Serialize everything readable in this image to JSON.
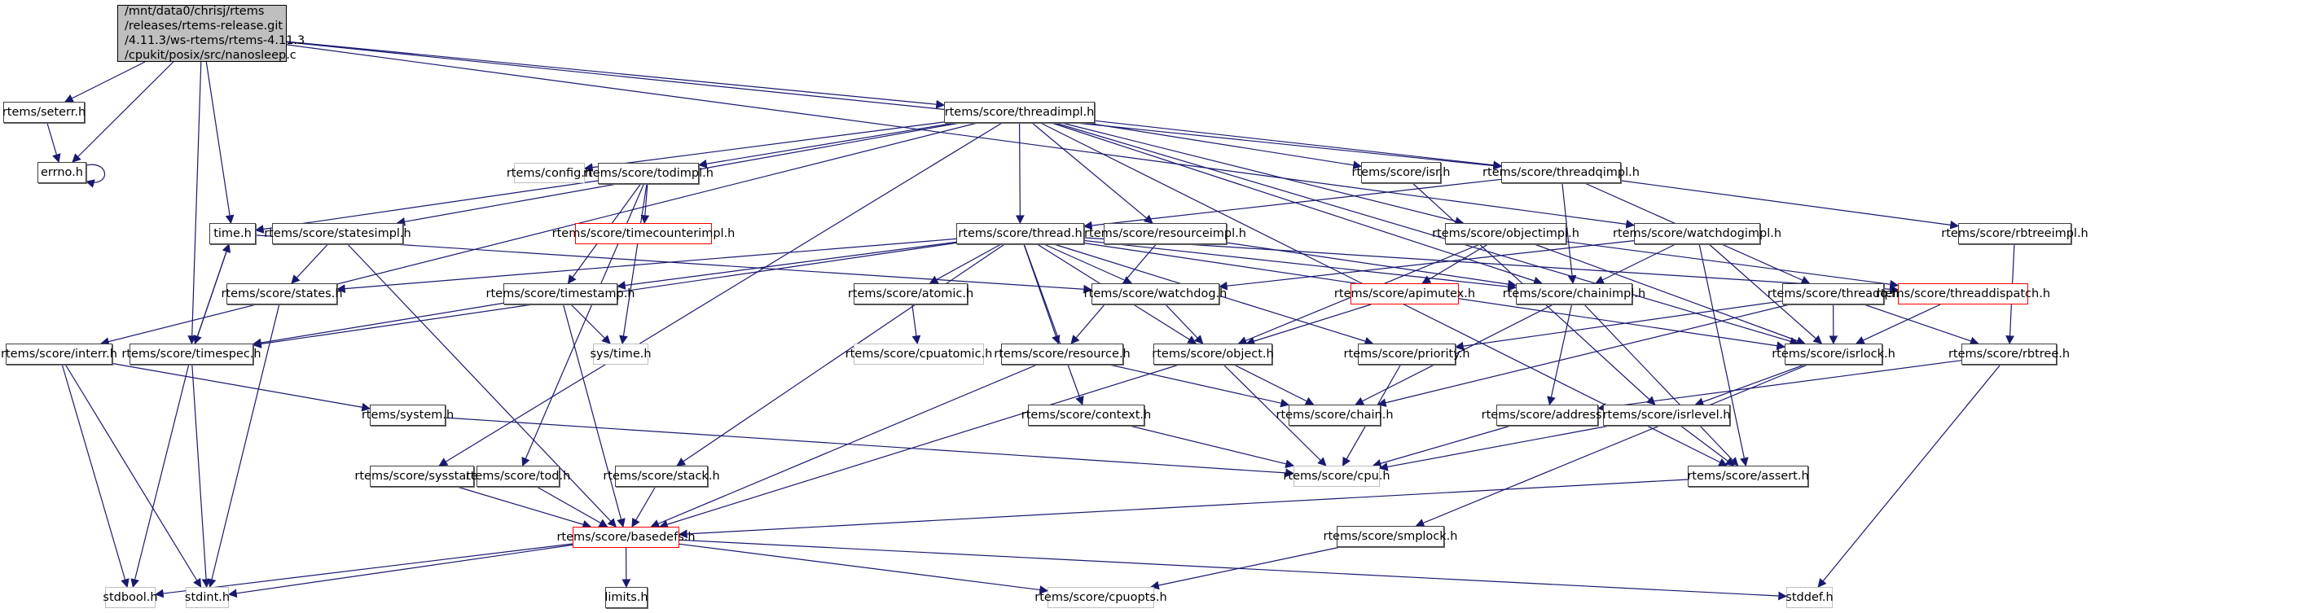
{
  "graph": {
    "title": "Include dependency graph for nanosleep.c",
    "colors": {
      "edge": "#191970",
      "root_fill": "#bfbfbf",
      "normal_border": "#404040",
      "missing_border": "#bfbfbf",
      "undocumented_border": "#ff0000"
    },
    "nodes": [
      {
        "id": "root",
        "label": "/mnt/data0/chrisj/rtems\n/releases/rtems-release.git\n/4.11.3/ws-rtems/rtems-4.11.3\n/cpukit/posix/src/nanosleep.c",
        "style": "root"
      },
      {
        "id": "seterr",
        "label": "rtems/seterr.h",
        "style": "normal"
      },
      {
        "id": "errno",
        "label": "errno.h",
        "style": "normal"
      },
      {
        "id": "threadimpl",
        "label": "rtems/score/threadimpl.h",
        "style": "normal"
      },
      {
        "id": "config",
        "label": "rtems/config.h",
        "style": "missing"
      },
      {
        "id": "todimpl",
        "label": "rtems/score/todimpl.h",
        "style": "normal"
      },
      {
        "id": "timecounterimpl",
        "label": "rtems/score/timecounterimpl.h",
        "style": "missing-red"
      },
      {
        "id": "isr",
        "label": "rtems/score/isr.h",
        "style": "normal"
      },
      {
        "id": "threadqimpl",
        "label": "rtems/score/threadqimpl.h",
        "style": "normal"
      },
      {
        "id": "time",
        "label": "time.h",
        "style": "normal"
      },
      {
        "id": "statesimpl",
        "label": "rtems/score/statesimpl.h",
        "style": "normal"
      },
      {
        "id": "thread",
        "label": "rtems/score/thread.h",
        "style": "normal"
      },
      {
        "id": "resourceimpl",
        "label": "rtems/score/resourceimpl.h",
        "style": "normal"
      },
      {
        "id": "objectimpl",
        "label": "rtems/score/objectimpl.h",
        "style": "normal"
      },
      {
        "id": "watchdogimpl",
        "label": "rtems/score/watchdogimpl.h",
        "style": "normal"
      },
      {
        "id": "rbtreeimpl",
        "label": "rtems/score/rbtreeimpl.h",
        "style": "normal"
      },
      {
        "id": "states",
        "label": "rtems/score/states.h",
        "style": "normal"
      },
      {
        "id": "timestamp",
        "label": "rtems/score/timestamp.h",
        "style": "normal"
      },
      {
        "id": "atomic",
        "label": "rtems/score/atomic.h",
        "style": "normal"
      },
      {
        "id": "watchdog",
        "label": "rtems/score/watchdog.h",
        "style": "normal"
      },
      {
        "id": "apimutex",
        "label": "rtems/score/apimutex.h",
        "style": "missing-red"
      },
      {
        "id": "chainimpl",
        "label": "rtems/score/chainimpl.h",
        "style": "normal"
      },
      {
        "id": "threadq",
        "label": "rtems/score/threadq.h",
        "style": "normal"
      },
      {
        "id": "threaddispatch",
        "label": "rtems/score/threaddispatch.h",
        "style": "missing-red"
      },
      {
        "id": "interr",
        "label": "rtems/score/interr.h",
        "style": "normal"
      },
      {
        "id": "timespec",
        "label": "rtems/score/timespec.h",
        "style": "normal"
      },
      {
        "id": "systime",
        "label": "sys/time.h",
        "style": "missing"
      },
      {
        "id": "cpuatomic",
        "label": "rtems/score/cpuatomic.h",
        "style": "missing"
      },
      {
        "id": "resource",
        "label": "rtems/score/resource.h",
        "style": "normal"
      },
      {
        "id": "object",
        "label": "rtems/score/object.h",
        "style": "normal"
      },
      {
        "id": "priority",
        "label": "rtems/score/priority.h",
        "style": "normal"
      },
      {
        "id": "isrlock",
        "label": "rtems/score/isrlock.h",
        "style": "normal"
      },
      {
        "id": "rbtree",
        "label": "rtems/score/rbtree.h",
        "style": "normal"
      },
      {
        "id": "system",
        "label": "rtems/system.h",
        "style": "normal"
      },
      {
        "id": "context",
        "label": "rtems/score/context.h",
        "style": "normal"
      },
      {
        "id": "chain",
        "label": "rtems/score/chain.h",
        "style": "normal"
      },
      {
        "id": "address",
        "label": "rtems/score/address.h",
        "style": "normal"
      },
      {
        "id": "isrlevel",
        "label": "rtems/score/isrlevel.h",
        "style": "normal"
      },
      {
        "id": "cpu",
        "label": "rtems/score/cpu.h",
        "style": "missing"
      },
      {
        "id": "sysstate",
        "label": "rtems/score/sysstate.h",
        "style": "normal"
      },
      {
        "id": "tod",
        "label": "rtems/score/tod.h",
        "style": "normal"
      },
      {
        "id": "stack",
        "label": "rtems/score/stack.h",
        "style": "normal"
      },
      {
        "id": "assert",
        "label": "rtems/score/assert.h",
        "style": "normal"
      },
      {
        "id": "smplock",
        "label": "rtems/score/smplock.h",
        "style": "normal"
      },
      {
        "id": "basedefs",
        "label": "rtems/score/basedefs.h",
        "style": "missing-red"
      },
      {
        "id": "stdbool",
        "label": "stdbool.h",
        "style": "missing"
      },
      {
        "id": "stdint",
        "label": "stdint.h",
        "style": "missing"
      },
      {
        "id": "limits",
        "label": "limits.h",
        "style": "normal"
      },
      {
        "id": "cpuopts",
        "label": "rtems/score/cpuopts.h",
        "style": "missing"
      },
      {
        "id": "stddef",
        "label": "stddef.h",
        "style": "missing"
      }
    ],
    "edges": [
      [
        "root",
        "seterr"
      ],
      [
        "root",
        "errno"
      ],
      [
        "root",
        "timespec"
      ],
      [
        "root",
        "time"
      ],
      [
        "root",
        "threadimpl"
      ],
      [
        "root",
        "threadqimpl"
      ],
      [
        "root",
        "watchdogimpl"
      ],
      [
        "seterr",
        "errno"
      ],
      [
        "errno",
        "errno"
      ],
      [
        "threadimpl",
        "config"
      ],
      [
        "threadimpl",
        "todimpl"
      ],
      [
        "threadimpl",
        "isr"
      ],
      [
        "threadimpl",
        "threadqimpl"
      ],
      [
        "threadimpl",
        "statesimpl"
      ],
      [
        "threadimpl",
        "thread"
      ],
      [
        "threadimpl",
        "resourceimpl"
      ],
      [
        "threadimpl",
        "objectimpl"
      ],
      [
        "threadimpl",
        "interr"
      ],
      [
        "threadimpl",
        "sysstate"
      ],
      [
        "threadimpl",
        "chainimpl"
      ],
      [
        "threadimpl",
        "assert"
      ],
      [
        "threadimpl",
        "isrlock"
      ],
      [
        "todimpl",
        "timecounterimpl"
      ],
      [
        "todimpl",
        "time"
      ],
      [
        "todimpl",
        "timestamp"
      ],
      [
        "todimpl",
        "tod"
      ],
      [
        "todimpl",
        "systime"
      ],
      [
        "isr",
        "isrlevel"
      ],
      [
        "threadqimpl",
        "thread"
      ],
      [
        "threadqimpl",
        "chainimpl"
      ],
      [
        "threadqimpl",
        "threadq"
      ],
      [
        "threadqimpl",
        "rbtreeimpl"
      ],
      [
        "time",
        "timespec"
      ],
      [
        "time",
        "watchdog"
      ],
      [
        "statesimpl",
        "states"
      ],
      [
        "statesimpl",
        "basedefs"
      ],
      [
        "thread",
        "states"
      ],
      [
        "thread",
        "timestamp"
      ],
      [
        "thread",
        "atomic"
      ],
      [
        "thread",
        "watchdog"
      ],
      [
        "thread",
        "object"
      ],
      [
        "thread",
        "resource"
      ],
      [
        "thread",
        "chainimpl"
      ],
      [
        "thread",
        "priority"
      ],
      [
        "thread",
        "context"
      ],
      [
        "thread",
        "stack"
      ],
      [
        "thread",
        "isrlock"
      ],
      [
        "thread",
        "threaddispatch"
      ],
      [
        "thread",
        "timespec"
      ],
      [
        "resourceimpl",
        "resource"
      ],
      [
        "resourceimpl",
        "chainimpl"
      ],
      [
        "objectimpl",
        "apimutex"
      ],
      [
        "objectimpl",
        "object"
      ],
      [
        "objectimpl",
        "threaddispatch"
      ],
      [
        "objectimpl",
        "isrlock"
      ],
      [
        "watchdogimpl",
        "watchdog"
      ],
      [
        "watchdogimpl",
        "chainimpl"
      ],
      [
        "watchdogimpl",
        "isrlock"
      ],
      [
        "watchdogimpl",
        "assert"
      ],
      [
        "rbtreeimpl",
        "rbtree"
      ],
      [
        "states",
        "stdint"
      ],
      [
        "timestamp",
        "timespec"
      ],
      [
        "timestamp",
        "systime"
      ],
      [
        "timestamp",
        "basedefs"
      ],
      [
        "atomic",
        "cpuatomic"
      ],
      [
        "watchdog",
        "object"
      ],
      [
        "apimutex",
        "object"
      ],
      [
        "chainimpl",
        "chain"
      ],
      [
        "chainimpl",
        "address"
      ],
      [
        "chainimpl",
        "assert"
      ],
      [
        "threadq",
        "chain"
      ],
      [
        "threadq",
        "priority"
      ],
      [
        "threadq",
        "isrlock"
      ],
      [
        "threadq",
        "rbtree"
      ],
      [
        "threaddispatch",
        "isrlock"
      ],
      [
        "interr",
        "system"
      ],
      [
        "interr",
        "stdbool"
      ],
      [
        "interr",
        "stdint"
      ],
      [
        "timespec",
        "time"
      ],
      [
        "timespec",
        "stdbool"
      ],
      [
        "timespec",
        "stdint"
      ],
      [
        "resource",
        "chain"
      ],
      [
        "resource",
        "basedefs"
      ],
      [
        "object",
        "chain"
      ],
      [
        "object",
        "cpu"
      ],
      [
        "object",
        "basedefs"
      ],
      [
        "priority",
        "cpu"
      ],
      [
        "isrlock",
        "isrlevel"
      ],
      [
        "isrlock",
        "smplock"
      ],
      [
        "rbtree",
        "address"
      ],
      [
        "rbtree",
        "stddef"
      ],
      [
        "system",
        "cpu"
      ],
      [
        "context",
        "cpu"
      ],
      [
        "address",
        "cpu"
      ],
      [
        "isrlevel",
        "cpu"
      ],
      [
        "isrlevel",
        "assert"
      ],
      [
        "sysstate",
        "basedefs"
      ],
      [
        "tod",
        "basedefs"
      ],
      [
        "stack",
        "basedefs"
      ],
      [
        "assert",
        "basedefs"
      ],
      [
        "smplock",
        "cpuopts"
      ],
      [
        "basedefs",
        "stdbool"
      ],
      [
        "basedefs",
        "stdint"
      ],
      [
        "basedefs",
        "limits"
      ],
      [
        "basedefs",
        "cpuopts"
      ],
      [
        "basedefs",
        "stddef"
      ]
    ]
  }
}
